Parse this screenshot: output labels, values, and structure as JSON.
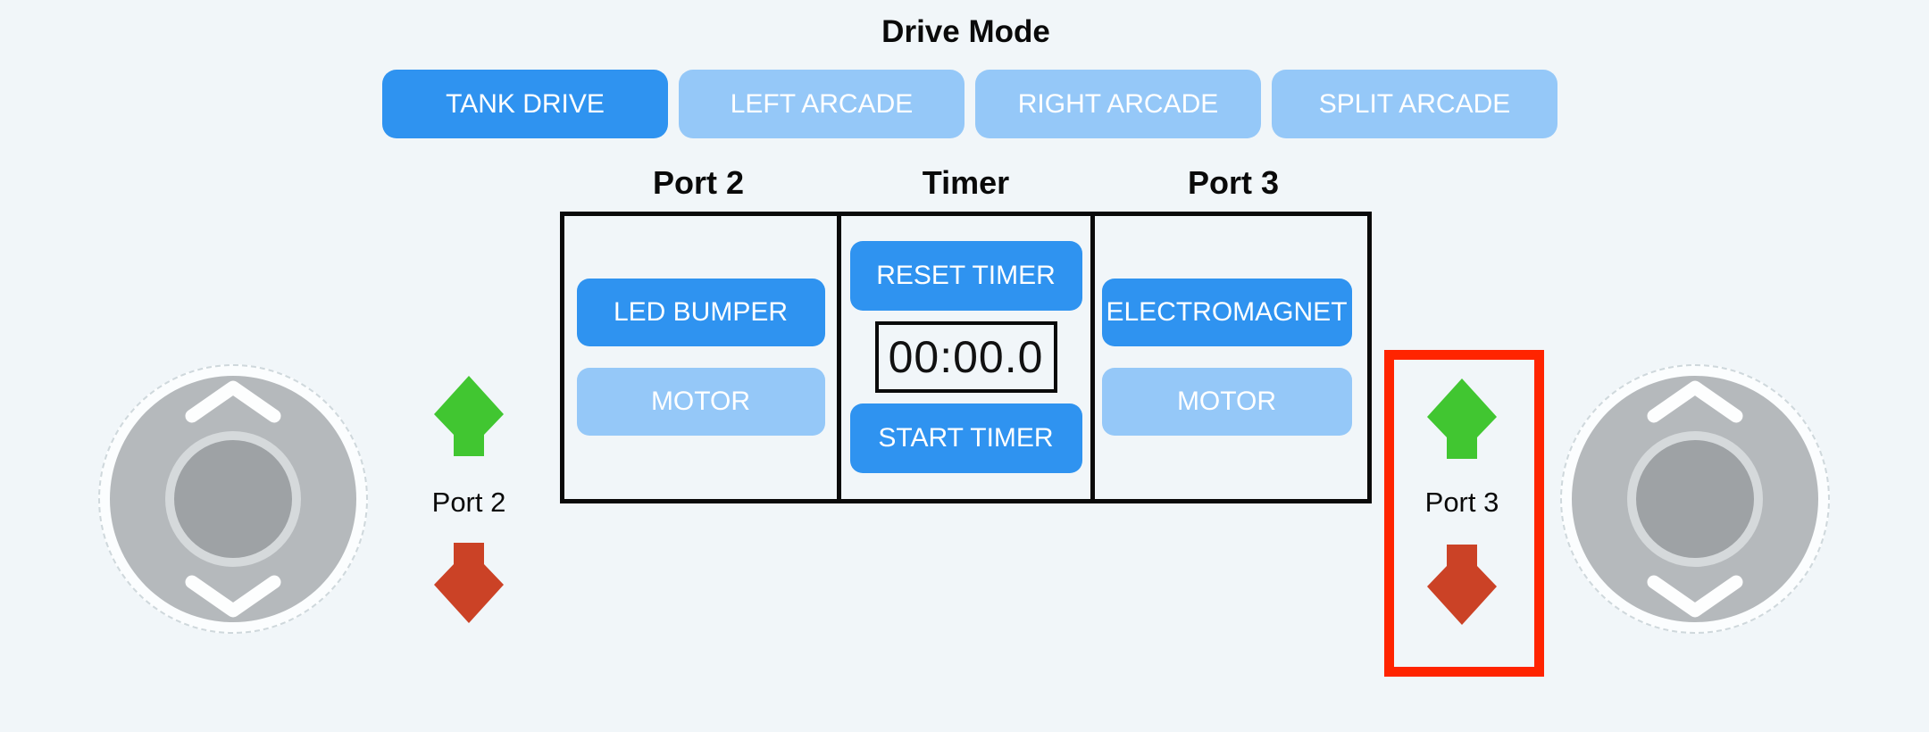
{
  "drive_mode": {
    "title": "Drive Mode",
    "buttons": [
      {
        "label": "TANK DRIVE",
        "active": true
      },
      {
        "label": "LEFT ARCADE",
        "active": false
      },
      {
        "label": "RIGHT ARCADE",
        "active": false
      },
      {
        "label": "SPLIT ARCADE",
        "active": false
      }
    ]
  },
  "control_board": {
    "port2": {
      "header": "Port 2",
      "device_button": "LED BUMPER",
      "motor_button": "MOTOR",
      "selected": "LED BUMPER"
    },
    "timer": {
      "header": "Timer",
      "reset_button": "RESET TIMER",
      "display": "00:00.0",
      "start_button": "START TIMER"
    },
    "port3": {
      "header": "Port 3",
      "device_button": "ELECTROMAGNET",
      "motor_button": "MOTOR",
      "selected": "ELECTROMAGNET"
    }
  },
  "left_joystick_group": {
    "label": "Port 2",
    "up_arrow": "up-arrow",
    "down_arrow": "down-arrow"
  },
  "right_joystick_group": {
    "label": "Port 3",
    "up_arrow": "up-arrow",
    "down_arrow": "down-arrow",
    "highlighted": true
  },
  "colors": {
    "background": "#F1F6F9",
    "active_button_blue": "#2F93F0",
    "inactive_button_blue": "#95C8F8",
    "up_arrow_green": "#41C631",
    "down_arrow_red": "#CB4226",
    "highlight_red": "#FF2400",
    "board_border": "#0A0A0A"
  }
}
